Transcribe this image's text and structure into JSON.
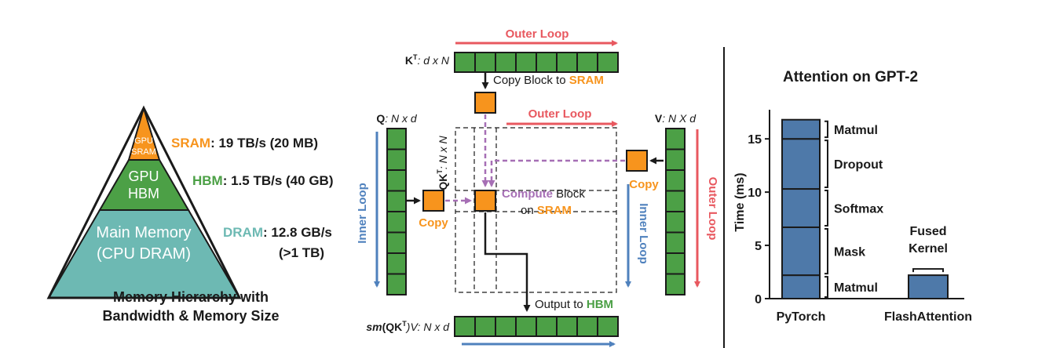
{
  "colors": {
    "orange": "#F7941D",
    "green": "#4CA046",
    "teal": "#6DB9B3",
    "red": "#E8585F",
    "blue": "#4F81BD",
    "purple": "#A66FB5",
    "bar": "#4E79A9",
    "dark": "#1A1A1A"
  },
  "pyramid": {
    "sram_label_line1": "GPU",
    "sram_label_line2": "SRAM",
    "hbm_label_line1": "GPU",
    "hbm_label_line2": "HBM",
    "dram_label_line1": "Main Memory",
    "dram_label_line2": "(CPU DRAM)",
    "sram_name": "SRAM",
    "sram_spec": ": 19 TB/s (20 MB)",
    "hbm_name": "HBM",
    "hbm_spec": ": 1.5 TB/s (40 GB)",
    "dram_name": "DRAM",
    "dram_spec": ": 12.8 GB/s",
    "dram_spec2": "(>1 TB)",
    "caption_line1": "Memory Hierarchy with",
    "caption_line2": "Bandwidth & Memory Size"
  },
  "tiling": {
    "outer_loop": "Outer Loop",
    "outer_loop_mid": "Outer Loop",
    "outer_loop_right": "Outer Loop",
    "inner_loop_left": "Inner Loop",
    "inner_loop_right": "Inner Loop",
    "kt_label": "K",
    "kt_sup": "T",
    "kt_dims": ": d x N",
    "q_label": "Q",
    "q_dims": ": N x d",
    "v_label": "V",
    "v_dims": ": N X d",
    "qkt_label": "QK",
    "qkt_sup": "T",
    "qkt_dims": ": N x N",
    "copy_block_prefix": "Copy Block to ",
    "copy_block_target": "SRAM",
    "copy_left": "Copy",
    "copy_right": "Copy",
    "compute_word": "Compute",
    "compute_rest": " Block",
    "compute_on": "on ",
    "compute_sram": "SRAM",
    "output_prefix": "Output to ",
    "output_hbm": "HBM",
    "out_sm": "sm",
    "out_label": "(QK",
    "out_sup": "T",
    "out_dims": ")V: N x d"
  },
  "chart_data": {
    "type": "bar",
    "title": "Attention on GPT-2",
    "ylabel": "Time (ms)",
    "xlabel": "",
    "categories": [
      "PyTorch",
      "FlashAttention"
    ],
    "ylim": [
      0,
      17
    ],
    "yticks": [
      0,
      5,
      10,
      15
    ],
    "stacks": [
      {
        "category": "PyTorch",
        "segments": [
          {
            "name": "Matmul",
            "value": 2.2
          },
          {
            "name": "Mask",
            "value": 4.5
          },
          {
            "name": "Softmax",
            "value": 3.6
          },
          {
            "name": "Dropout",
            "value": 4.7
          },
          {
            "name": "Matmul",
            "value": 1.8
          }
        ]
      },
      {
        "category": "FlashAttention",
        "segments": [
          {
            "name": "Fused Kernel",
            "value": 2.2
          }
        ]
      }
    ],
    "fused_label_line1": "Fused",
    "fused_label_line2": "Kernel"
  }
}
